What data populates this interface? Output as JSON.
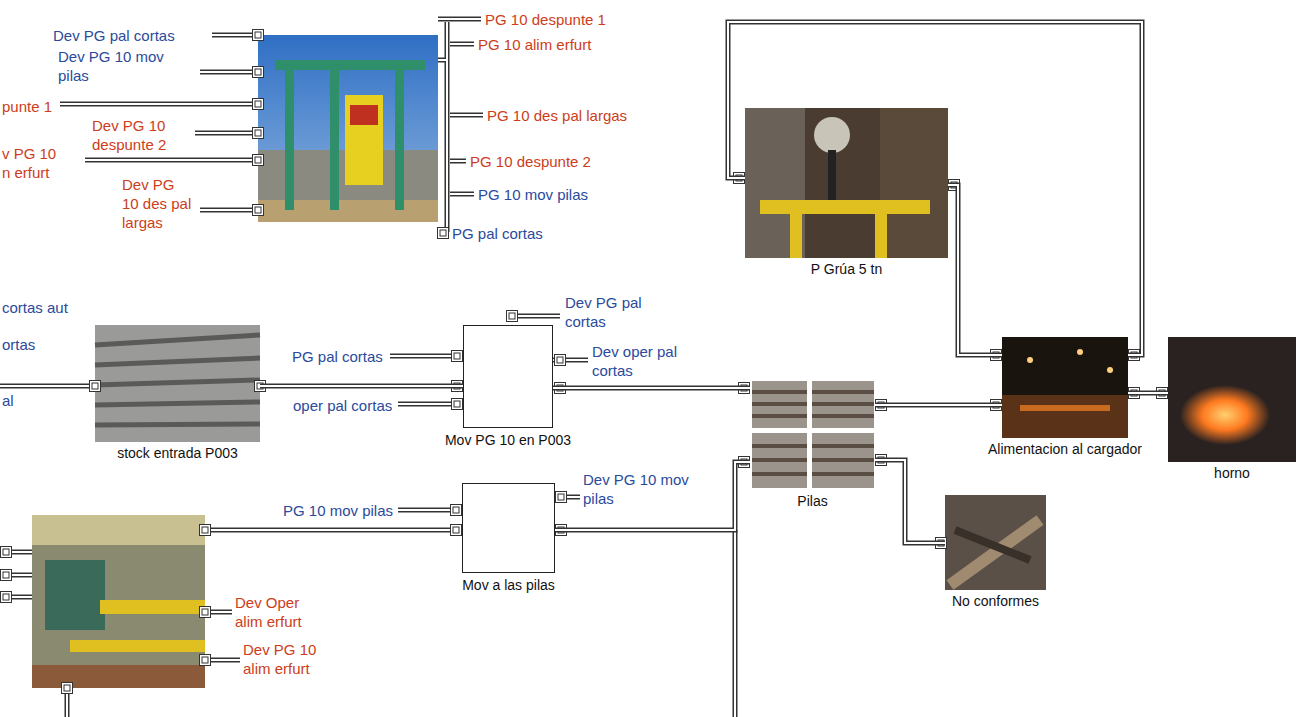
{
  "diagram": {
    "nodes": [
      {
        "text": [
          "P Grúa 5 tn"
        ]
      },
      {
        "text": [
          "stock entrada P003"
        ]
      },
      {
        "text": [
          "Mov PG 10 en P003"
        ]
      },
      {
        "text": [
          "Pilas"
        ]
      },
      {
        "text": [
          "Alimentacion al cargador"
        ]
      },
      {
        "text": [
          "horno"
        ]
      },
      {
        "text": [
          "Mov a las pilas"
        ]
      },
      {
        "text": [
          "No conformes"
        ]
      }
    ],
    "edges": [
      {
        "from": 1,
        "to": 2,
        "arrow": "none"
      },
      {
        "from": 2,
        "to": 3,
        "arrow": "none"
      },
      {
        "from": 6,
        "to": 3,
        "arrow": "none"
      },
      {
        "from": 3,
        "to": 4,
        "arrow": "none"
      },
      {
        "from": 3,
        "to": 7,
        "arrow": "none"
      },
      {
        "from": 0,
        "to": 4,
        "arrow": "none"
      },
      {
        "from": 4,
        "to": 0,
        "arrow": "none"
      },
      {
        "from": 4,
        "to": 5,
        "arrow": "none"
      }
    ],
    "labels": [
      "Dev PG pal cortas",
      "Dev PG 10 mov pilas",
      "punte 1",
      "Dev PG 10 despunte 2",
      "v PG 10 n erfurt",
      "Dev PG 10 des pal largas",
      "PG 10 despunte 1",
      "PG 10 alim erfurt",
      "PG 10 des pal largas",
      "PG 10 despunte 2",
      "PG 10 mov pilas",
      "PG pal cortas",
      "cortas aut",
      "ortas",
      "al",
      "Dev PG pal cortas",
      "PG pal cortas",
      "Dev oper pal cortas",
      "oper pal cortas",
      "PG 10 mov pilas",
      "Dev PG 10 mov pilas",
      "Dev Oper alim erfurt",
      "Dev PG 10 alim erfurt"
    ]
  }
}
